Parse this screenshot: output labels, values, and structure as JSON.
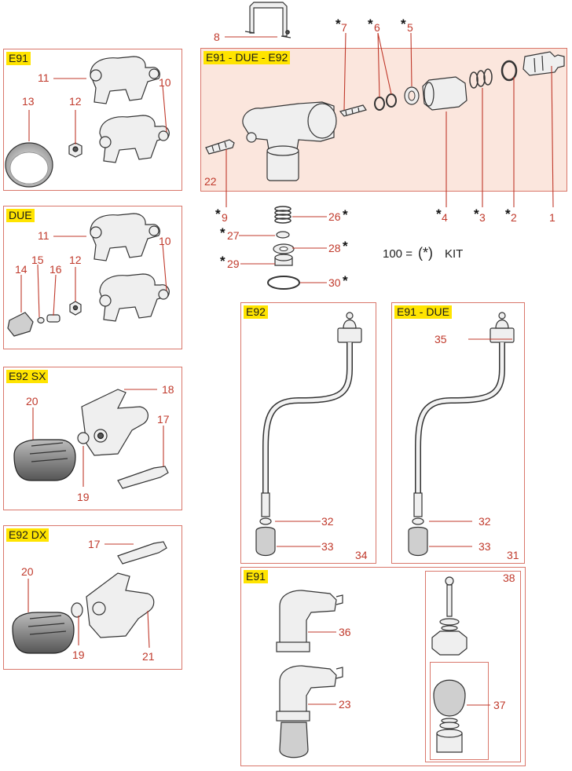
{
  "panels": {
    "e91_left": "E91",
    "due_left": "DUE",
    "e92_sx": "E92 SX",
    "e92_dx": "E92 DX",
    "main_group": "E91 - DUE - E92",
    "pipe_e92": "E92",
    "pipe_e91_due": "E91 - DUE",
    "valve_e91": "E91"
  },
  "kit_legend": {
    "number": "100 =",
    "symbol": "(*)",
    "word": "KIT"
  },
  "star": "*",
  "labels": {
    "p1": "1",
    "p2": "2",
    "p3": "3",
    "p4": "4",
    "p5": "5",
    "p6": "6",
    "p7": "7",
    "p8": "8",
    "p9": "9",
    "p10a": "10",
    "p10b": "10",
    "p11a": "11",
    "p11b": "11",
    "p12a": "12",
    "p12b": "12",
    "p13": "13",
    "p14": "14",
    "p15": "15",
    "p16": "16",
    "p17a": "17",
    "p17b": "17",
    "p18": "18",
    "p19a": "19",
    "p19b": "19",
    "p20a": "20",
    "p20b": "20",
    "p21": "21",
    "p22": "22",
    "p23": "23",
    "p26": "26",
    "p27": "27",
    "p28": "28",
    "p29": "29",
    "p30": "30",
    "p31": "31",
    "p32a": "32",
    "p32b": "32",
    "p33a": "33",
    "p33b": "33",
    "p34": "34",
    "p35": "35",
    "p36": "36",
    "p37": "37",
    "p38": "38"
  },
  "colors": {
    "panel_border": "#d9776b",
    "panel_tint": "#fbe6dd",
    "tag_bg": "#ffe400",
    "label": "#c0392b"
  }
}
